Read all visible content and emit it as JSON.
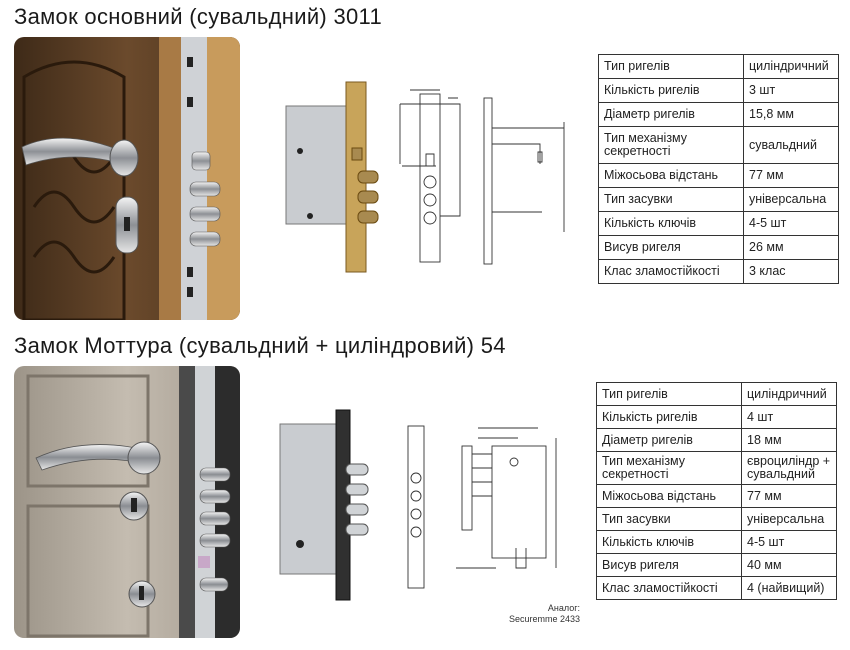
{
  "sections": [
    {
      "title": "Замок основний (сувальдний) 3011",
      "specs": [
        {
          "key": "Тип ригелів",
          "value": "циліндричний"
        },
        {
          "key": "Кількість ригелів",
          "value": "3 шт"
        },
        {
          "key": "Діаметр ригелів",
          "value": "15,8 мм"
        },
        {
          "key": "Тип механізму секретності",
          "value": "сувальдний"
        },
        {
          "key": "Міжосьова відстань",
          "value": "77 мм"
        },
        {
          "key": "Тип засувки",
          "value": "універсальна"
        },
        {
          "key": "Кількість ключів",
          "value": "4-5 шт"
        },
        {
          "key": "Висув ригеля",
          "value": "26 мм"
        },
        {
          "key": "Клас зламостійкості",
          "value": "3 клас"
        }
      ]
    },
    {
      "title": "Замок Моттура (сувальдний + циліндровий) 54",
      "specs": [
        {
          "key": "Тип ригелів",
          "value": "циліндричний"
        },
        {
          "key": "Кількість ригелів",
          "value": "4 шт"
        },
        {
          "key": "Діаметр ригелів",
          "value": "18 мм"
        },
        {
          "key": "Тип механізму секретності",
          "value": "євроциліндр + сувальдний"
        },
        {
          "key": "Міжосьова відстань",
          "value": "77 мм"
        },
        {
          "key": "Тип засувки",
          "value": "універсальна"
        },
        {
          "key": "Кількість ключів",
          "value": "4-5 шт"
        },
        {
          "key": "Висув ригеля",
          "value": "40 мм"
        },
        {
          "key": "Клас зламостійкості",
          "value": "4 (найвищий)"
        }
      ],
      "analog_label": "Аналог:",
      "analog_value": "Securemme 2433"
    }
  ],
  "colors": {
    "wood_dark": "#5a3c24",
    "wood_light": "#b5aca0",
    "steel": "#c9ccd0",
    "brass": "#c8a45a",
    "line": "#333333"
  }
}
